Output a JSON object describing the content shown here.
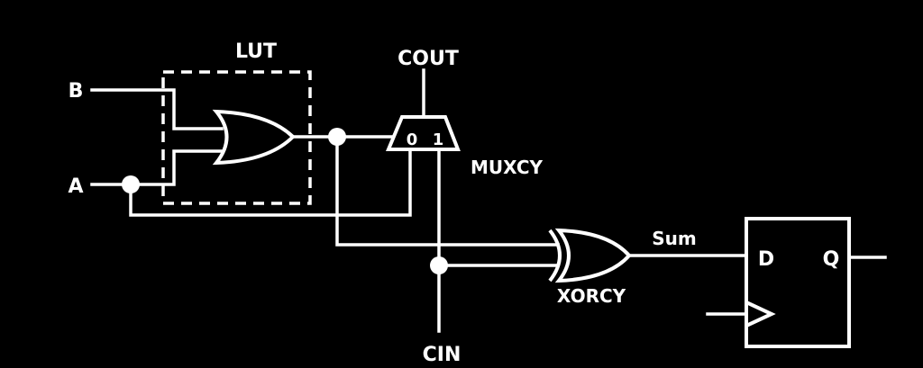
{
  "labels": {
    "lut": "LUT",
    "cout": "COUT",
    "input_b": "B",
    "input_a": "A",
    "muxcy": "MUXCY",
    "mux_in0": "0",
    "mux_in1": "1",
    "sum": "Sum",
    "xorcy": "XORCY",
    "cin": "CIN",
    "ff_d": "D",
    "ff_q": "Q"
  },
  "colors": {
    "background": "#000000",
    "foreground": "#ffffff"
  }
}
